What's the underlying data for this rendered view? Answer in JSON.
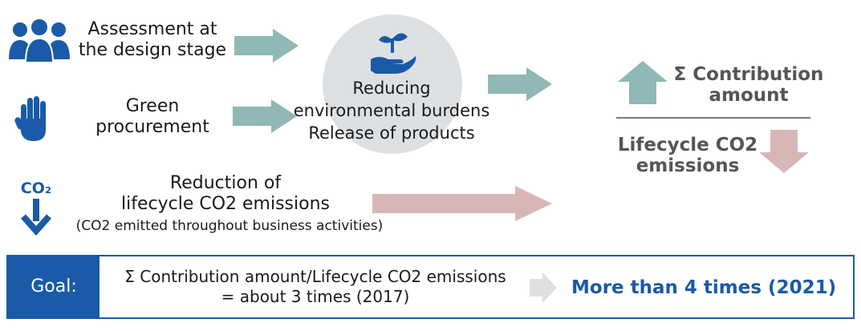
{
  "inputs": {
    "design": {
      "icon": "people-group-icon",
      "line1": "Assessment at",
      "line2": "the design stage"
    },
    "procurement": {
      "icon": "hand-icon",
      "line1": "Green",
      "line2": "procurement"
    },
    "co2": {
      "icon": "co2-down-icon",
      "badge": "CO₂",
      "line1": "Reduction of",
      "line2": "lifecycle CO2 emissions",
      "line3": "(CO2 emitted throughout business activities)"
    }
  },
  "center": {
    "icon": "plant-in-hand-icon",
    "line1": "Reducing",
    "line2": "environmental burdens",
    "line3": "Release of products"
  },
  "ratio": {
    "numerator_line1": "Σ Contribution",
    "numerator_line2": "amount",
    "denominator_line1": "Lifecycle CO2",
    "denominator_line2": "emissions"
  },
  "goal": {
    "label": "Goal:",
    "text_line1": "Σ Contribution amount/Lifecycle CO2 emissions",
    "text_line2": "= about 3 times (2017)",
    "result": "More than 4 times (2021)"
  },
  "colors": {
    "teal_arrow": "#8fb8b6",
    "pink_arrow": "#d9b6b6",
    "icon_blue": "#1a5aa8",
    "circle_gray": "#dde0e3",
    "goal_blue": "#1a5aa8"
  }
}
